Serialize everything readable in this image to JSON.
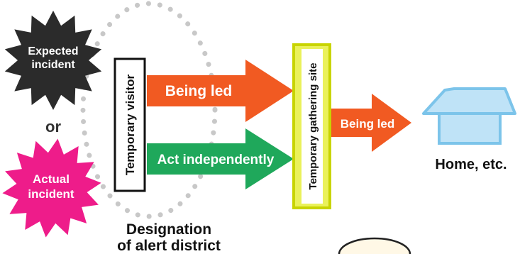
{
  "incidents": {
    "expected": {
      "line1": "Expected",
      "line2": "incident",
      "color": "#2b2b2b"
    },
    "connector": "or",
    "actual": {
      "line1": "Actual",
      "line2": "incident",
      "color": "#ee1c8a"
    }
  },
  "temporary_visitor": {
    "label": "Temporary visitor"
  },
  "arrows": {
    "being_led": {
      "label": "Being led",
      "color": "#f15a22"
    },
    "act_independently": {
      "label": "Act independently",
      "color": "#1fa85b"
    },
    "being_led_home": {
      "label": "Being led",
      "color": "#f15a22"
    }
  },
  "gathering_site": {
    "label": "Temporary gathering site",
    "fill": "#eaf15a",
    "border": "#c8d400"
  },
  "home": {
    "label": "Home, etc.",
    "fill": "#bfe3f7",
    "stroke": "#7cc4ea"
  },
  "alert_district": {
    "line1": "Designation",
    "line2": "of alert district"
  }
}
